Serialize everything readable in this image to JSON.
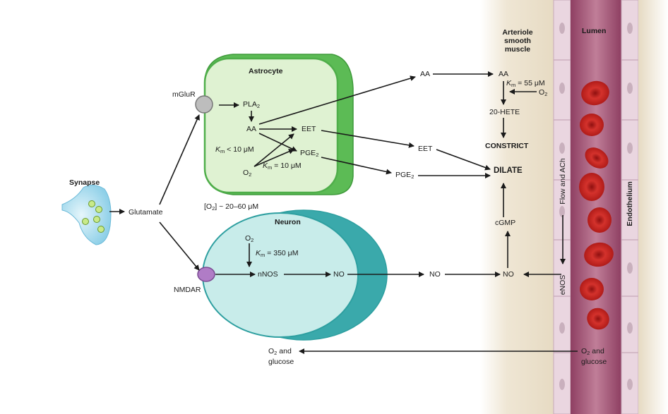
{
  "labels": {
    "synapse": "Synapse",
    "glutamate": "Glutamate",
    "mglur": "mGluR",
    "nmdar": "NMDAR",
    "astrocyte": "Astrocyte",
    "neuron": "Neuron",
    "pla2": "PLA",
    "pla2_sub": "2",
    "aa_astro": "AA",
    "eet_astro": "EET",
    "pge2_astro": "PGE",
    "pge2_astro_sub": "2",
    "km_lt10_k": "K",
    "km_lt10_m": "m",
    "km_lt10_val": " < 10 μM",
    "o2_astro": "O",
    "o2_astro_sub": "2",
    "km10_k": "K",
    "km10_m": "m",
    "km10_val": " = 10 μM",
    "o2_range_open": "[O",
    "o2_range_sub": "2",
    "o2_range_close": "] ~ 20–60 μM",
    "o2_neuron": "O",
    "o2_neuron_sub": "2",
    "km350_k": "K",
    "km350_m": "m",
    "km350_val": " = 350 μM",
    "nnos": "nNOS",
    "no_neuron": "NO",
    "no_mid": "NO",
    "no_vessel": "NO",
    "aa_mid": "AA",
    "eet_mid": "EET",
    "pge2_mid": "PGE",
    "pge2_mid_sub": "2",
    "arteriole_title": "Arteriole\nsmooth\nmuscle",
    "lumen": "Lumen",
    "aa_vessel": "AA",
    "km55_k": "K",
    "km55_m": "m",
    "km55_val": " = 55 μM",
    "o2_vessel": "O",
    "o2_vessel_sub": "2",
    "hete": "20-HETE",
    "constrict": "CONSTRICT",
    "dilate": "DILATE",
    "cgmp": "cGMP",
    "flow_ach": "Flow and ACh",
    "enos": "eNOS",
    "endothelium": "Endothelium",
    "o2_glucose_left_o": "O",
    "o2_glucose_left_sub": "2",
    "o2_glucose_left_rest": " and",
    "o2_glucose_left_line2": "glucose",
    "o2_glucose_right_o": "O",
    "o2_glucose_right_sub": "2",
    "o2_glucose_right_rest": " and",
    "o2_glucose_right_line2": "glucose"
  },
  "colors": {
    "astrocyte_fill": "#dff2d2",
    "astrocyte_border": "#4fae4a",
    "neuron_fill": "#c8ecea",
    "neuron_border": "#2e9fa0",
    "smooth_muscle": "#eee3cf",
    "lumen": "#a85a7a",
    "endothelium": "#ead6e0",
    "blood_cell": "#c8211f"
  }
}
